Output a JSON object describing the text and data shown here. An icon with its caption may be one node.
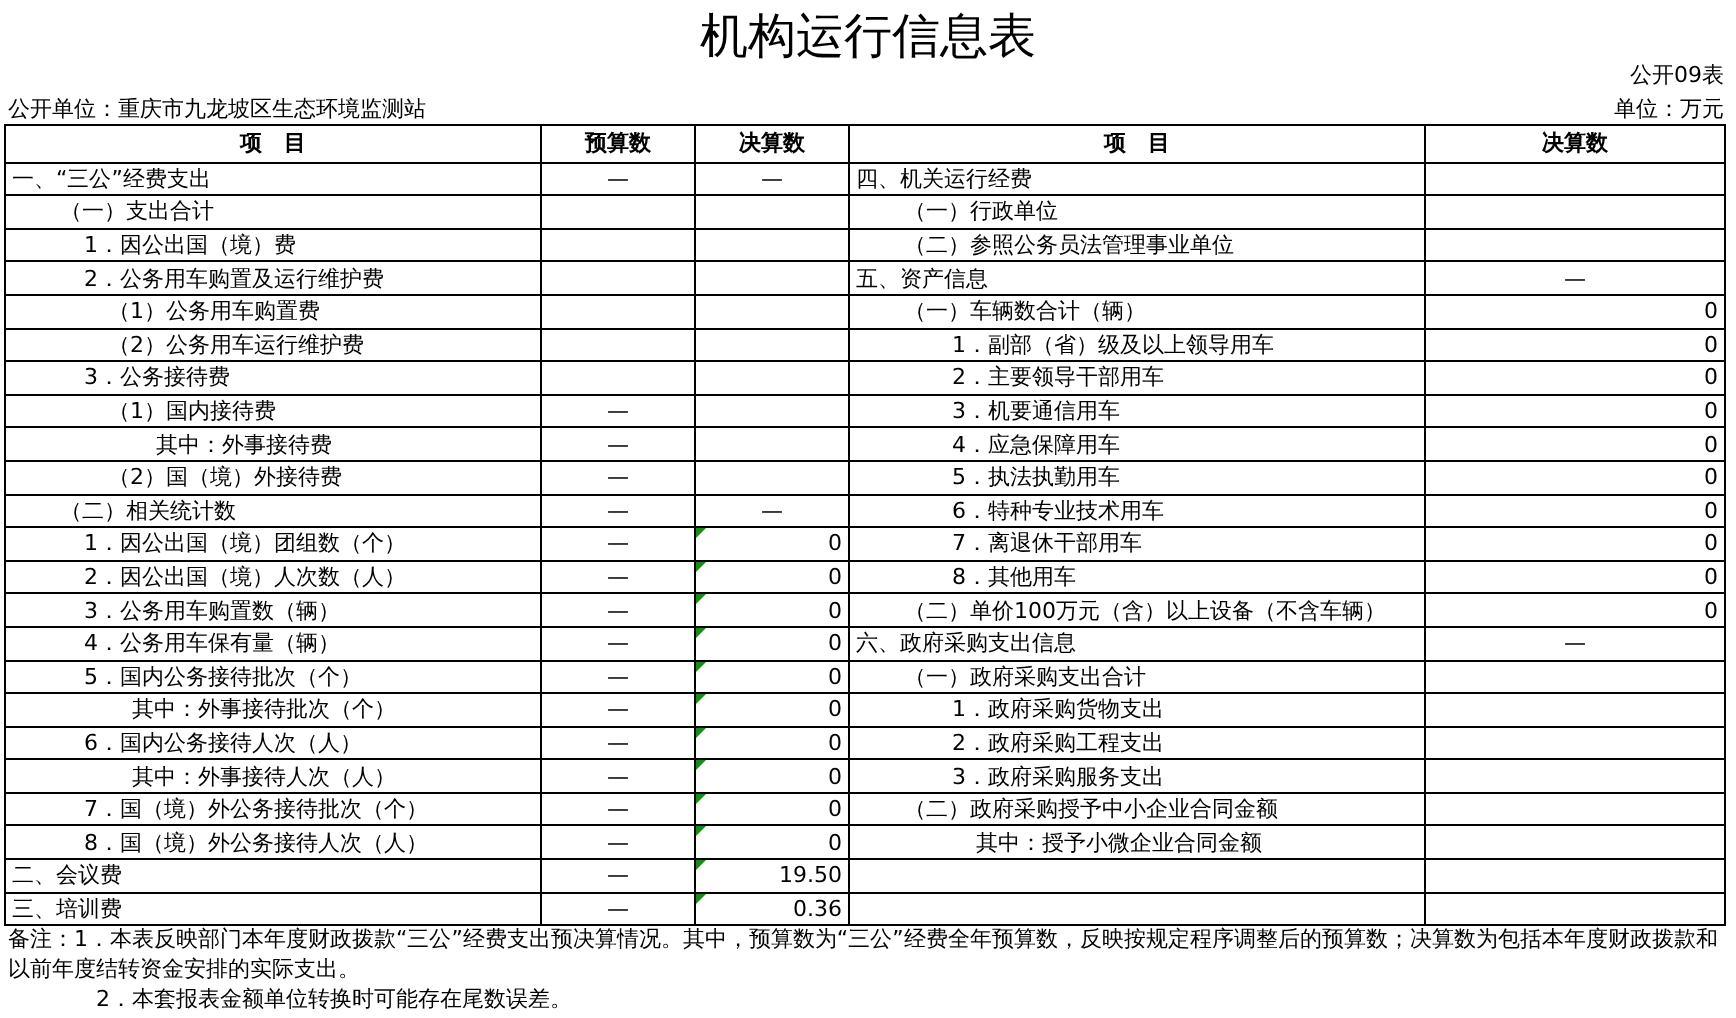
{
  "diagram": {
    "title": "机构运行信息表",
    "labels": [
      "公开09表",
      "公开单位：重庆市九龙坡区生态环境监测站",
      "单位：万元",
      "项　目",
      "预算数",
      "决算数",
      "项　目",
      "决算数",
      "一、“三公”经费支出",
      "—",
      "—",
      "四、机关运行经费",
      "（一）支出合计",
      "（一）行政单位",
      "1．因公出国（境）费",
      "（二）参照公务员法管理事业单位",
      "2．公务用车购置及运行维护费",
      "五、资产信息",
      "—",
      "（1）公务用车购置费",
      "（一）车辆数合计（辆）",
      "0",
      "（2）公务用车运行维护费",
      "1．副部（省）级及以上领导用车",
      "0",
      "3．公务接待费",
      "2．主要领导干部用车",
      "0",
      "（1）国内接待费",
      "—",
      "3．机要通信用车",
      "0",
      "其中：外事接待费",
      "—",
      "4．应急保障用车",
      "0",
      "（2）国（境）外接待费",
      "—",
      "5．执法执勤用车",
      "0",
      "（二）相关统计数",
      "—",
      "—",
      "6．特种专业技术用车",
      "0",
      "1．因公出国（境）团组数（个）",
      "—",
      "0",
      "7．离退休干部用车",
      "0",
      "2．因公出国（境）人次数（人）",
      "—",
      "0",
      "8．其他用车",
      "0",
      "3．公务用车购置数（辆）",
      "—",
      "0",
      "（二）单价100万元（含）以上设备（不含车辆）",
      "0",
      "4．公务用车保有量（辆）",
      "—",
      "0",
      "六、政府采购支出信息",
      "—",
      "5．国内公务接待批次（个）",
      "—",
      "0",
      "（一）政府采购支出合计",
      "其中：外事接待批次（个）",
      "—",
      "0",
      "1．政府采购货物支出",
      "6．国内公务接待人次（人）",
      "—",
      "0",
      "2．政府采购工程支出",
      "其中：外事接待人次（人）",
      "—",
      "0",
      "3．政府采购服务支出",
      "7．国（境）外公务接待批次（个）",
      "—",
      "0",
      "（二）政府采购授予中小企业合同金额",
      "8．国（境）外公务接待人次（人）",
      "—",
      "0",
      "其中：授予小微企业合同金额",
      "二、会议费",
      "—",
      "19.50",
      "三、培训费",
      "—",
      "0.36",
      "备注：1．本表反映部门本年度财政拨款“三公”经费支出预决算情况。其中，预算数为“三公”经费全年预算数，反映按规定程序调整后的预算数；决算数为包括本年度财政拨款和以前年度结转资金安排的实际支出。",
      "2．本套报表金额单位转换时可能存在尾数误差。"
    ]
  }
}
